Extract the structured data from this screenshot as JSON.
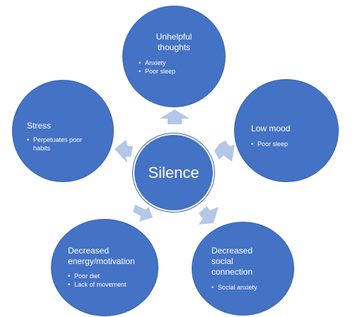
{
  "diagram": {
    "center": {
      "label": "Silence"
    },
    "nodes": [
      {
        "id": "unhelpful-thoughts",
        "title": "Unhelpful thoughts",
        "title_lines": [
          "Unhelpful",
          "thoughts"
        ],
        "bullets": [
          "Anxiety",
          "Poor sleep"
        ]
      },
      {
        "id": "low-mood",
        "title": "Low mood",
        "title_lines": [
          "Low mood"
        ],
        "bullets": [
          "Poor sleep"
        ]
      },
      {
        "id": "decreased-social-connection",
        "title": "Decreased social connection",
        "title_lines": [
          "Decreased",
          "social",
          "connection"
        ],
        "bullets": [
          "Social anxiety"
        ]
      },
      {
        "id": "decreased-energy-motivation",
        "title": "Decreased energy/motivation",
        "title_lines": [
          "Decreased",
          "energy/motivation"
        ],
        "bullets": [
          "Poor diet",
          "Lack of movement"
        ]
      },
      {
        "id": "stress",
        "title": "Stress",
        "title_lines": [
          "Stress"
        ],
        "bullets": [
          "Perpetuates poor habits"
        ],
        "bullet_lines": [
          "Perpetuates poor",
          "habits"
        ]
      }
    ],
    "colors": {
      "node_fill": "#4472c4",
      "arrow_fill": "#b4c7e7",
      "text": "#ffffff"
    }
  }
}
